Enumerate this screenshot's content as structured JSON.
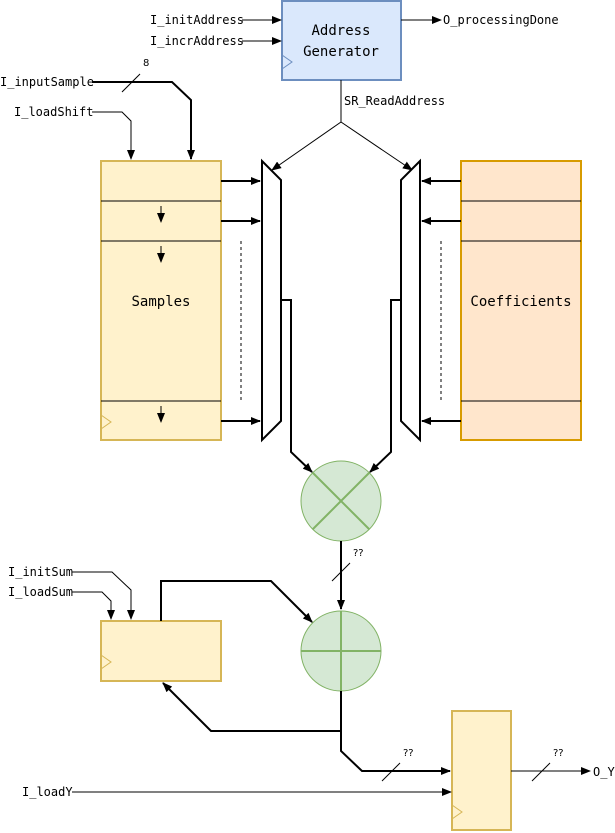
{
  "colors": {
    "register_fill": "#fff2cc",
    "register_stroke": "#d6b656",
    "coeff_fill": "#ffe6cc",
    "coeff_stroke": "#d79b00",
    "addrgen_fill": "#dae8fc",
    "addrgen_stroke": "#6c8ebf",
    "op_fill": "#d5e8d4",
    "op_stroke": "#82b366"
  },
  "address_generator": {
    "line1": "Address",
    "line2": "Generator"
  },
  "blocks": {
    "samples": "Samples",
    "coefficients": "Coefficients"
  },
  "signals": {
    "init_address": "I_initAddress",
    "incr_address": "I_incrAddress",
    "processing_done": "O_processingDone",
    "input_sample": "I_inputSample",
    "load_shift": "I_loadShift",
    "read_address": "SR_ReadAddress",
    "init_sum": "I_initSum",
    "load_sum": "I_loadSum",
    "load_y": "I_loadY",
    "out_y": "O_Y"
  },
  "bus_widths": {
    "input_sample": "8",
    "product": "??",
    "sum": "??",
    "output": "??"
  },
  "operators": {
    "multiplier": "multiply-icon",
    "adder": "plus-icon"
  }
}
